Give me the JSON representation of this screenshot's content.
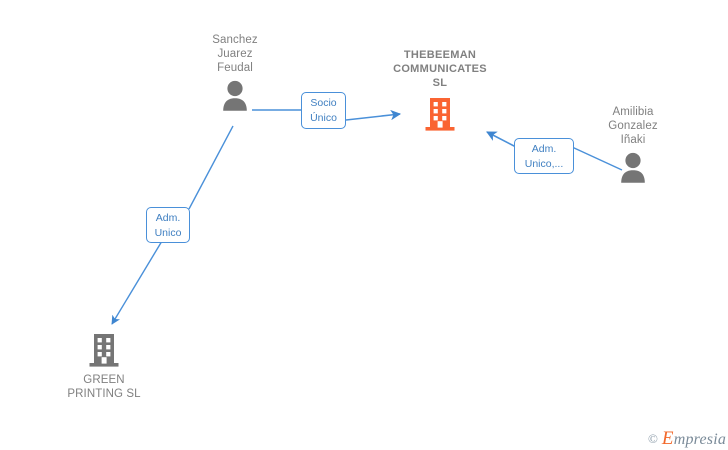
{
  "diagram": {
    "title": "THEBEEMAN COMMUNICATES SL corporate relationship diagram",
    "colors": {
      "company_focus": "#fa6432",
      "company_other": "#757575",
      "person": "#757575",
      "edge": "#4a90d9",
      "label_text": "#3f7fc1",
      "node_text": "#808080"
    },
    "nodes": [
      {
        "id": "sanchez",
        "label": "Sanchez\nJuarez\nFeudal",
        "icon": "person-icon",
        "type": "person"
      },
      {
        "id": "thebeeman",
        "label": "THEBEEMAN\nCOMMUNICATES\nSL",
        "icon": "company-building-icon",
        "type": "company",
        "focus": true
      },
      {
        "id": "amilibia",
        "label": "Amilibia\nGonzalez\nIñaki",
        "icon": "person-icon",
        "type": "person"
      },
      {
        "id": "green",
        "label": "GREEN\nPRINTING SL",
        "icon": "company-building-icon",
        "type": "company",
        "focus": false
      }
    ],
    "edges": [
      {
        "id": "edge-sanchez-thebeeman",
        "from": "sanchez",
        "to": "thebeeman",
        "label": "Socio\nÚnico"
      },
      {
        "id": "edge-sanchez-green",
        "from": "sanchez",
        "to": "green",
        "label": "Adm.\nUnico"
      },
      {
        "id": "edge-amilibia-thebeeman",
        "from": "amilibia",
        "to": "thebeeman",
        "label": "Adm.\nUnico,..."
      }
    ]
  },
  "watermark": {
    "copyright": "©",
    "brand_initial": "E",
    "brand_rest": "mpresia"
  }
}
